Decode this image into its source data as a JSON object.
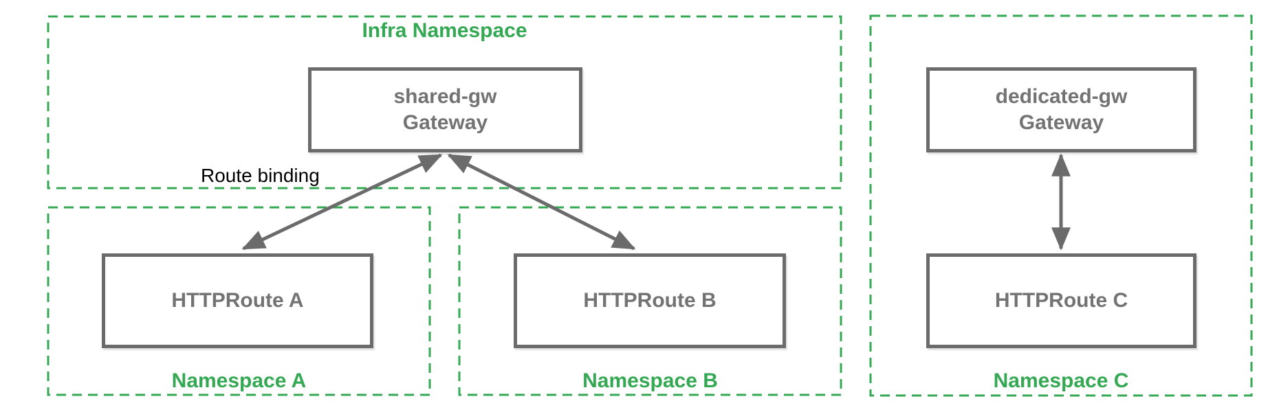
{
  "colors": {
    "namespace_green": "#34A853",
    "node_gray_border": "#6b6b6b",
    "node_gray_text": "#737373",
    "arrow_gray": "#6b6b6b",
    "annotation_black": "#000000"
  },
  "infra_namespace": {
    "label": "Infra Namespace",
    "gateway": {
      "name": "shared-gw",
      "kind": "Gateway"
    }
  },
  "namespaces": [
    {
      "label": "Namespace A",
      "route": "HTTPRoute A"
    },
    {
      "label": "Namespace B",
      "route": "HTTPRoute B"
    },
    {
      "label": "Namespace C",
      "route": "HTTPRoute C",
      "gateway": {
        "name": "dedicated-gw",
        "kind": "Gateway"
      }
    }
  ],
  "annotations": {
    "route_binding": "Route binding"
  }
}
